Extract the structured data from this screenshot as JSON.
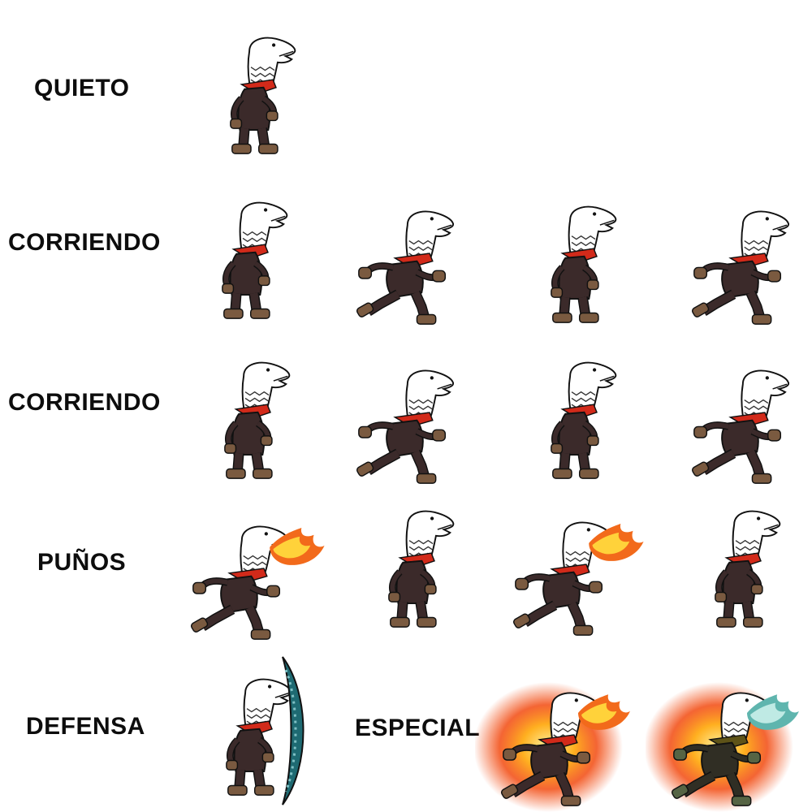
{
  "rows": {
    "idle": "QUIETO",
    "run1": "CORRIENDO",
    "run2": "CORRIENDO",
    "punch": "PUÑOS",
    "defense": "DEFENSA",
    "special": "ESPECIAL"
  },
  "colors": {
    "jacket": "#3b2a2a",
    "jacket_dark": "#2a3326",
    "boots": "#7a5a40",
    "scarf": "#d22a1a",
    "head": "#ffffff",
    "fire_inner": "#ffd23a",
    "fire_outer": "#f26a1b",
    "fire_alt": "#8fd3cc",
    "shield": "#1e6a72"
  }
}
